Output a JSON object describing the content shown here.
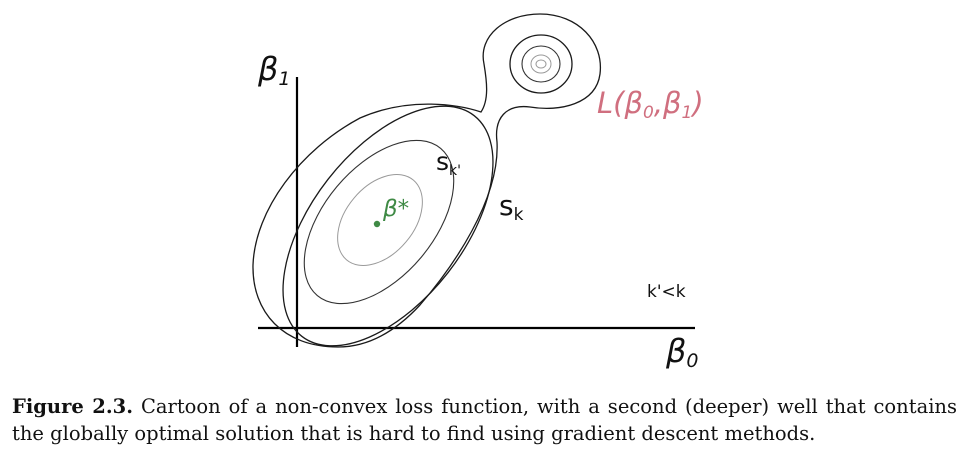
{
  "figure": {
    "y_axis_label": "β",
    "y_axis_subscript": "1",
    "x_axis_label": "β",
    "x_axis_subscript": "0",
    "loss_label": "L(β",
    "loss_sub0": "0",
    "loss_mid": ",β",
    "loss_sub1": "1",
    "loss_close": ")",
    "optimum_label": "β*",
    "contour_label_k": "s",
    "contour_label_k_sub": "k",
    "contour_label_kprime": "s",
    "contour_label_kprime_sub": "k'",
    "note": "k'<k",
    "colors": {
      "loss": "#d06f7f",
      "optimum": "#3f8a45",
      "axes": "#000000"
    }
  },
  "caption": {
    "label": "Figure 2.3.",
    "text": "Cartoon of a non-convex loss function, with a second (deeper) well that contains the globally optimal solution that is hard to find using gradient descent methods."
  }
}
